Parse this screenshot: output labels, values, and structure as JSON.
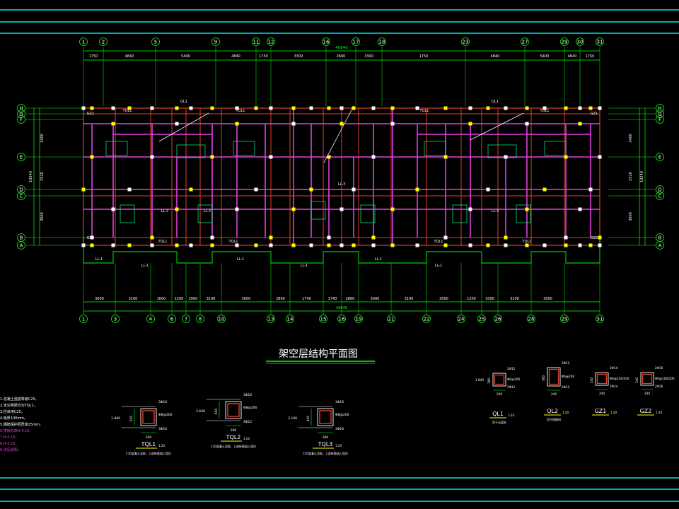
{
  "drawing": {
    "title": "架空层结构平面图",
    "total_width_label": "46840",
    "colors": {
      "background": "#000000",
      "frame": "#00e5e5",
      "dimension": "#00ff00",
      "wall": "#e040e0",
      "beam": "#e0402a",
      "column": "#ffff00",
      "label": "#00ff7f",
      "title": "#ffffff",
      "section_label": "#ffff00"
    }
  },
  "top_axes": {
    "labels": [
      "1",
      "2",
      "5",
      "9",
      "11",
      "12",
      "16",
      "17",
      "18",
      "23",
      "27",
      "29",
      "30",
      "31"
    ],
    "dimensions": [
      "1750",
      "4840",
      "5400",
      "4840",
      "1750",
      "3300",
      "2600",
      "3300",
      "1750",
      "4840",
      "5400",
      "4840",
      "1750"
    ]
  },
  "bottom_axes": {
    "labels": [
      "1",
      "3",
      "4",
      "6",
      "7",
      "8",
      "10",
      "13",
      "14",
      "15",
      "16",
      "19",
      "21",
      "22",
      "24",
      "25",
      "26",
      "28",
      "29",
      "31"
    ],
    "dimensions": [
      "3000",
      "3100",
      "1000",
      "1200",
      "2000",
      "3100",
      "3000",
      "2860",
      "1740",
      "1740",
      "2860",
      "3000",
      "3100",
      "2000",
      "1200",
      "1000",
      "3100",
      "3000"
    ]
  },
  "rows": {
    "labels": [
      "H",
      "G",
      "F",
      "E",
      "D",
      "C",
      "B",
      "A"
    ],
    "dimensions": [
      "3400",
      "2520",
      "3000"
    ],
    "total_label": "10240"
  },
  "plan_labels": [
    "TQL1",
    "TQL1",
    "TQL1",
    "TQL1",
    "TQL1",
    "TQL1",
    "TQL1",
    "TQL1",
    "LL-1",
    "LL-1",
    "LL-1",
    "LL-1",
    "LL-1",
    "LL-1",
    "LL-2",
    "LL-2",
    "LL-3",
    "LL-3",
    "GZ1",
    "GZ1",
    "GZ2",
    "GZ2",
    "QL1",
    "QL1"
  ],
  "notes": [
    "1.混凝土强度等级C25。",
    "2.未注明梁均为TQL1。",
    "3.柱采用C25。",
    "4.板厚100mm。",
    "5.钢筋保护层厚度25mm。",
    "6.楼板标高H-0.10。",
    "7.H-0.15。",
    "8.H-0.15。",
    "9.详见说明。"
  ],
  "section_details": [
    {
      "name": "TQL1",
      "scale": "1:20",
      "width_dim": "300",
      "height_dim": "500",
      "elevation": "1.840",
      "bars_top": "3Φ16",
      "bars_bottom": "3Φ16",
      "stirrup": "Φ8@200",
      "caption": "C30混凝土浇筑，上部纵筋锚入墙内"
    },
    {
      "name": "TQL2",
      "scale": "1:20",
      "width_dim": "300",
      "height_dim": "600",
      "elevation": "2.640",
      "bars_top": "3Φ16",
      "bars_bottom": "4Φ12",
      "stirrup": "Φ8@200",
      "caption": "C30混凝土浇筑，上部纵筋锚入墙内"
    },
    {
      "name": "TQL3",
      "scale": "1:20",
      "width_dim": "300",
      "height_dim": "400",
      "elevation": "2.100",
      "bars_top": "3Φ16",
      "bars_bottom": "3Φ16",
      "stirrup": "Φ8@200",
      "caption": "C30混凝土浇筑，上部纵筋锚入墙内"
    }
  ],
  "small_sections": [
    {
      "name": "QL1",
      "scale": "1:20",
      "width_dim": "240",
      "height_dim": "180",
      "elevation": "1.840",
      "bars_top": "2Φ12",
      "bars_bottom": "2Φ12",
      "stirrup": "Φ6@200",
      "caption": "用于无梁处"
    },
    {
      "name": "QL2",
      "scale": "1:20",
      "width_dim": "240",
      "height_dim": "300",
      "elevation": "",
      "bars_top": "2Φ12",
      "bars_bottom": "2Φ12",
      "stirrup": "Φ6@200",
      "caption": "用于楼梯间"
    },
    {
      "name": "GZ1",
      "scale": "1:20",
      "width_dim": "240",
      "height_dim": "240",
      "elevation": "",
      "bars_top": "2Φ14",
      "bars_bottom": "2Φ14",
      "stirrup": "Φ6@100/200",
      "caption": ""
    },
    {
      "name": "GZ2",
      "scale": "1:20",
      "width_dim": "240",
      "height_dim": "240",
      "elevation": "",
      "bars_top": "2Φ16",
      "bars_bottom": "2Φ16",
      "stirrup": "Φ6@100/200",
      "caption": ""
    }
  ]
}
